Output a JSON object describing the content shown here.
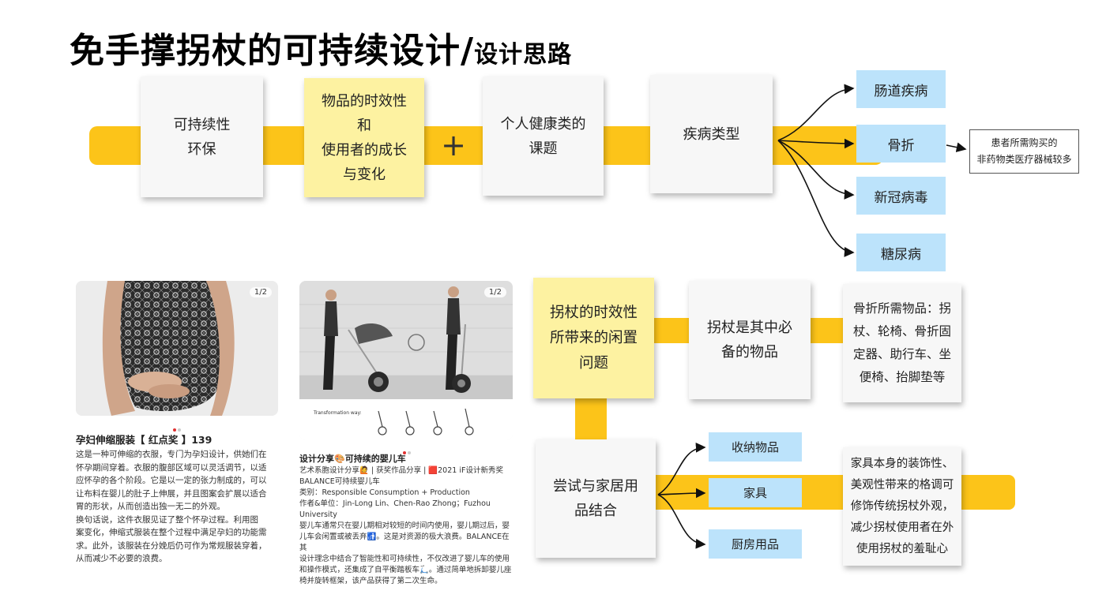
{
  "title": {
    "main": "免手撑拐杖的可持续设计/",
    "sub": "设计思路"
  },
  "top_row": {
    "note1": [
      "可持续性",
      "环保"
    ],
    "note2": [
      "物品的时效性",
      "和",
      "使用者的成长",
      "与变化"
    ],
    "plus": "+",
    "note3": [
      "个人健康类的",
      "课题"
    ],
    "note4": [
      "疾病类型"
    ],
    "diseases": [
      "肠道疾病",
      "骨折",
      "新冠病毒",
      "糖尿病"
    ],
    "fracture_note": [
      "患者所需购买的",
      "非药物类医疗器械较多"
    ]
  },
  "middle_row": {
    "note1": [
      "拐杖的时效性",
      "所带来的闲置",
      "问题"
    ],
    "note2": [
      "拐杖是其中必",
      "备的物品"
    ],
    "note3": [
      "骨折所需物品：拐",
      "杖、轮椅、骨折固",
      "定器、助行车、坐",
      "便椅、抬脚垫等"
    ]
  },
  "bottom_row": {
    "note1": [
      "尝试与家居用",
      "品结合"
    ],
    "options": [
      "收纳物品",
      "家具",
      "厨房用品"
    ],
    "note2": [
      "家具本身的装饰性、",
      "美观性带来的格调可",
      "修饰传统拐杖外观，",
      "减少拐杖使用者在外",
      "使用拐杖的羞耻心"
    ]
  },
  "case1": {
    "badge": "1/2",
    "title": "孕妇伸缩服装【 红点奖 】139",
    "body": [
      "这是一种可伸缩的衣服，专门为孕妇设计，供她们在",
      "怀孕期间穿着。衣服的腹部区域可以灵活调节，以适",
      "应怀孕的各个阶段。它是以一定的张力制成的，可以",
      "让布料在婴儿的肚子上伸展，并且图案会扩展以适合",
      "胃的形状，从而创造出独一无二的外观。",
      "换句话说，这件衣服见证了整个怀孕过程。利用图",
      "案变化，伸缩式服装在整个过程中满足孕妇的功能需",
      "求。此外，该服装在分娩后仍可作为常规服装穿着，",
      "从而减少不必要的浪费。"
    ]
  },
  "case2": {
    "badge": "1/2",
    "inset_label": "Transformation way:",
    "title": "设计分享🎨可持续的婴儿车",
    "body": [
      "艺术系胞设计分享🙋 | 获奖作品分享 | 🟥2021 iF设计新秀奖",
      "BALANCE可持续婴儿车",
      "类别：Responsible Consumption + Production",
      "作者&单位：Jin-Long Lin、Chen-Rao Zhong；Fuzhou University",
      "婴儿车通常只在婴儿期相对较短的时间内使用，婴儿期过后，婴",
      "儿车会闲置或被丢弃🚮。这是对资源的极大浪费。BALANCE在其",
      "设计理念中结合了智能性和可持续性，不仅改进了婴儿车的使用",
      "和操作模式，还集成了自平衡踏板车🛴。通过简单地拆卸婴儿座",
      "椅并旋转框架，该产品获得了第二次生命。"
    ]
  },
  "colors": {
    "band": "#fcc419",
    "note": "#f7f7f7",
    "note_yellow": "#fdf2a1",
    "blue": "#bce3fb"
  }
}
